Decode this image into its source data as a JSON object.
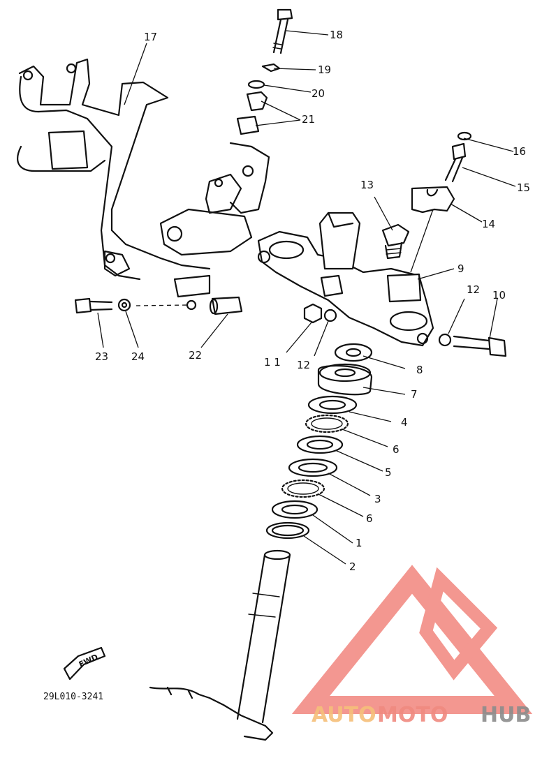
{
  "diagram": {
    "drawing_code": "29L010-3241",
    "fwd_label": "FWD",
    "part_labels": {
      "p1": "1",
      "p2": "2",
      "p3": "3",
      "p4": "4",
      "p5": "5",
      "p6a": "6",
      "p6b": "6",
      "p7": "7",
      "p8": "8",
      "p9": "9",
      "p10": "10",
      "p11": "1 1",
      "p12a": "12",
      "p12b": "12",
      "p13": "13",
      "p14": "14",
      "p15": "15",
      "p16": "16",
      "p17": "17",
      "p18": "18",
      "p19": "19",
      "p20": "20",
      "p21": "21",
      "p22": "22",
      "p23": "23",
      "p24": "24"
    }
  },
  "watermark": {
    "auto": "AUTO",
    "moto": "MOTO",
    "hub": "HUB",
    "colors": {
      "auto": "#f6bf7a",
      "moto": "#f08a80",
      "hub": "#8c8c8c",
      "triangle": "#f07a72"
    }
  }
}
